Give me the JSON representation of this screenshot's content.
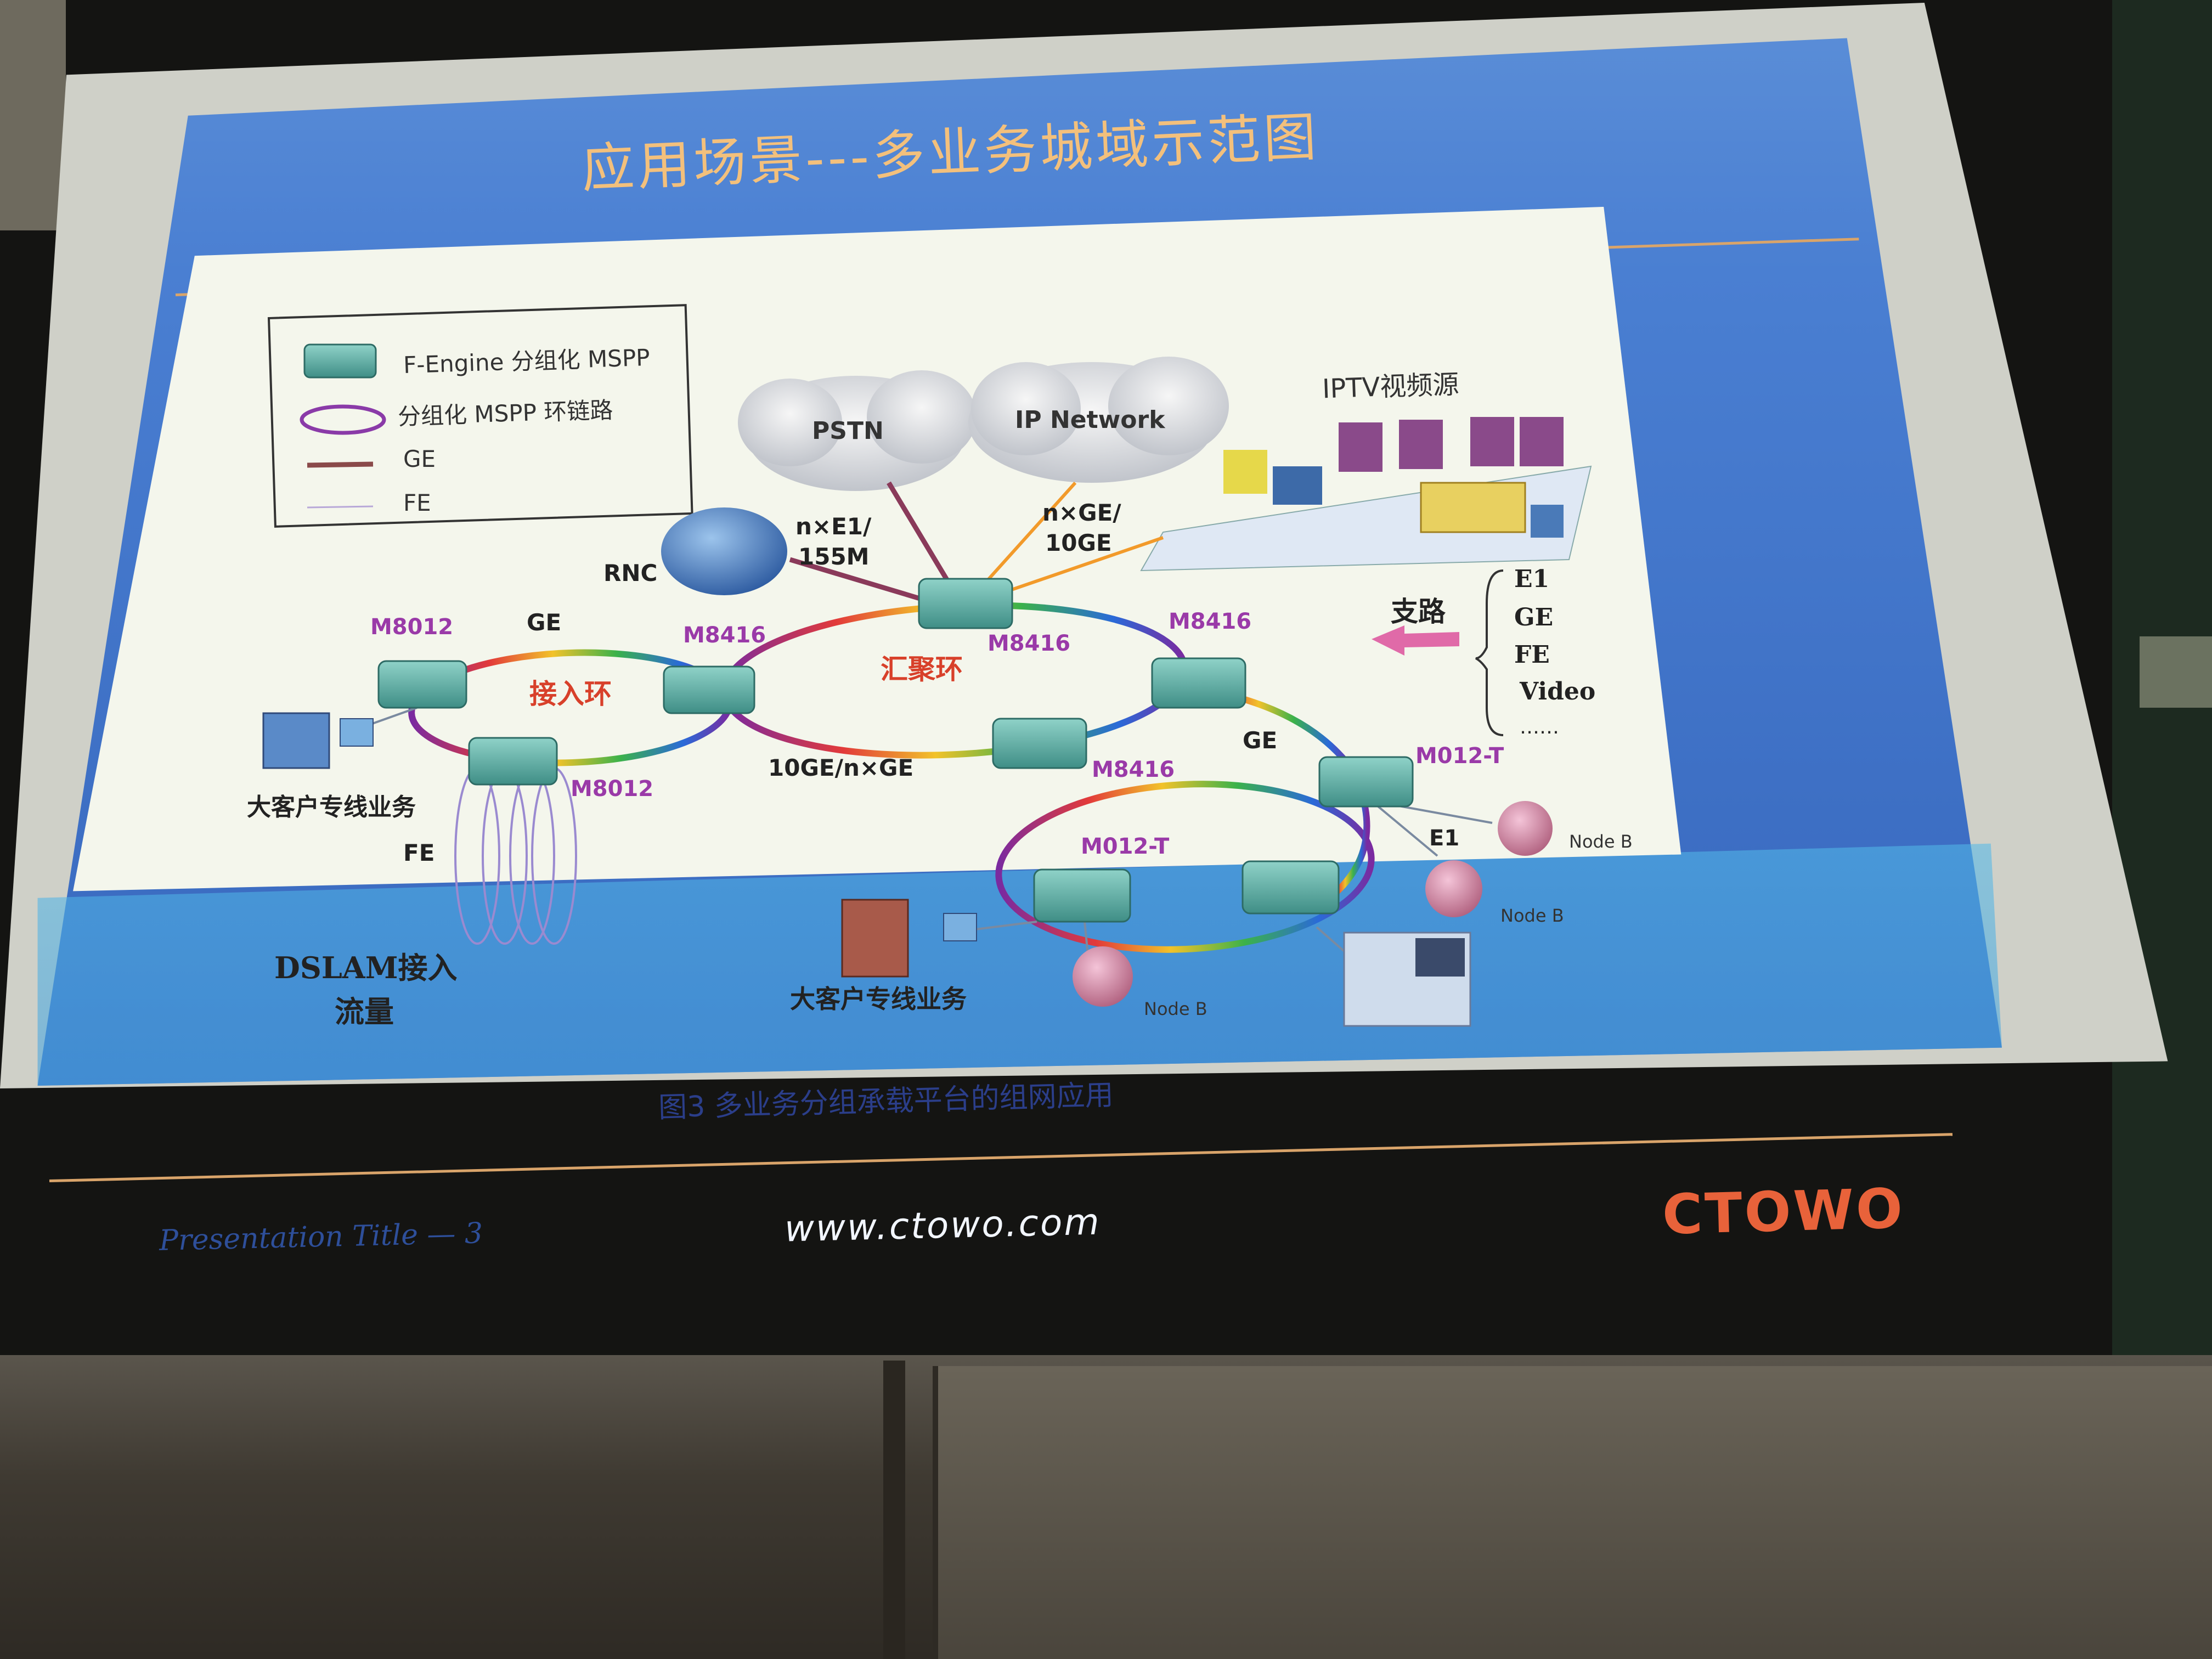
{
  "slide": {
    "title": "应用场景---多业务城域示范图",
    "caption": "图3 多业务分组承载平台的组网应用",
    "footer_left": "Presentation Title — 3",
    "footer_url": "www.ctowo.com",
    "logo": "CTOWO"
  },
  "legend": {
    "items": [
      "F-Engine 分组化 MSPP",
      "分组化 MSPP 环链路",
      "GE",
      "FE"
    ]
  },
  "diagram": {
    "pstn": "PSTN",
    "ip_network": "IP Network",
    "iptv": "IPTV视频源",
    "rnc": "RNC",
    "link_e1": "n×E1/",
    "link_155m": "155M",
    "link_ge": "n×GE/",
    "link_10ge": "10GE",
    "ring_access": "接入环",
    "ring_aggregation": "汇聚环",
    "m8012_a": "M8012",
    "m8012_b": "M8012",
    "m8416_a": "M8416",
    "m8416_b": "M8416",
    "m8416_c": "M8416",
    "m8416_d": "M8416",
    "m012t_a": "M012-T",
    "m012t_b": "M012-T",
    "ge_a": "GE",
    "ge_b": "GE",
    "fe": "FE",
    "e1": "E1",
    "link_10ge_nge": "10GE/n×GE",
    "branch": "支路",
    "branch_list": [
      "E1",
      "GE",
      "FE",
      "Video",
      "……"
    ],
    "big_customer_a": "大客户专线业务",
    "big_customer_b": "大客户专线业务",
    "dslam_1": "DSLAM接入",
    "dslam_2": "流量",
    "nodeb_a": "Node B",
    "nodeb_b": "Node B",
    "nodeb_c": "Node B"
  }
}
